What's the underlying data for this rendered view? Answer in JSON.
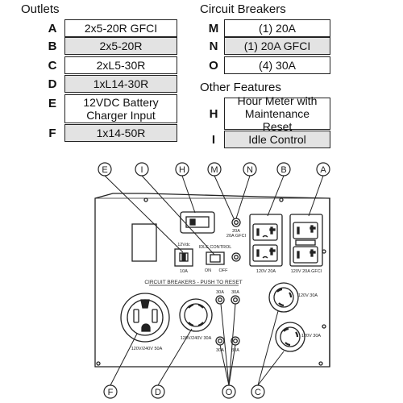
{
  "outlets": {
    "title": "Outlets",
    "items": [
      {
        "letter": "A",
        "desc": "2x5-20R GFCI"
      },
      {
        "letter": "B",
        "desc": "2x5-20R"
      },
      {
        "letter": "C",
        "desc": "2xL5-30R"
      },
      {
        "letter": "D",
        "desc": "1xL14-30R"
      },
      {
        "letter": "E",
        "desc": "12VDC Battery Charger Input"
      },
      {
        "letter": "F",
        "desc": "1x14-50R"
      }
    ]
  },
  "breakers": {
    "title": "Circuit Breakers",
    "items": [
      {
        "letter": "M",
        "desc": "(1) 20A"
      },
      {
        "letter": "N",
        "desc": "(1) 20A GFCI"
      },
      {
        "letter": "O",
        "desc": "(4) 30A"
      }
    ]
  },
  "other": {
    "title": "Other Features",
    "items": [
      {
        "letter": "H",
        "desc": "Hour Meter with Maintenance Reset"
      },
      {
        "letter": "I",
        "desc": "Idle Control"
      }
    ]
  },
  "diagram": {
    "callouts_top": [
      "E",
      "I",
      "H",
      "M",
      "N",
      "B",
      "A"
    ],
    "callouts_bottom": [
      "F",
      "D",
      "O",
      "C"
    ],
    "panel_text": {
      "dc_label": "12Vdc",
      "dc_amp": "10A",
      "idle_label": "IDLE CONTROL",
      "on": "ON",
      "off": "OFF",
      "breakers_header": "CIRCUIT BREAKERS - PUSH TO RESET",
      "m_amp": "20A",
      "n_amp": "20A GFCI",
      "b_rating": "120V 20A",
      "a_rating": "120V 20A GFCI",
      "f_rating": "120V/240V 50A",
      "d_rating": "120V/240V 30A",
      "c_rating": "120V 30A",
      "o_amp": "30A"
    }
  }
}
